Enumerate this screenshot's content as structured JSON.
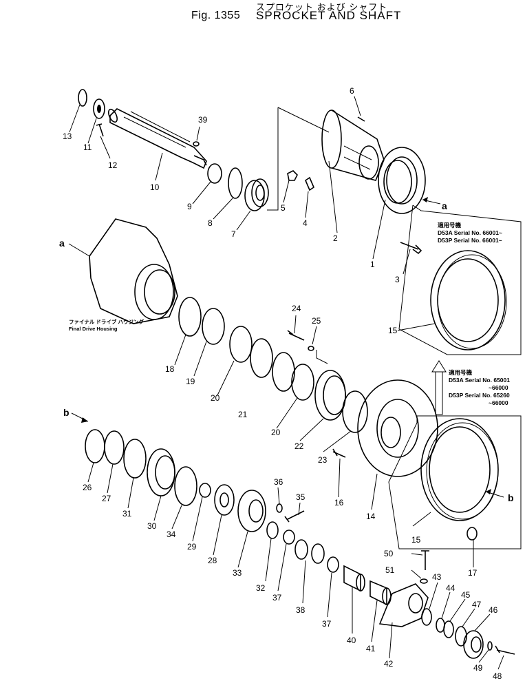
{
  "title": {
    "japanese": "スプロケット および シャフト",
    "figure": "Fig. 1355",
    "english": "SPROCKET AND SHAFT"
  },
  "notes": {
    "top_right": {
      "heading": "適用号機",
      "line1": "D53A Serial No. 66001~",
      "line2": "D53P Serial No. 66001~"
    },
    "middle_right": {
      "heading": "適用号機",
      "line1": "D53A Serial No. 65001",
      "line2": "~66000",
      "line3": "D53P Serial No. 65260",
      "line4": "~66000"
    }
  },
  "housing_label": {
    "japanese": "ファイナル ドライブ ハウジング",
    "english": "Final Drive Housing"
  },
  "reference_letters": {
    "a": "a",
    "b": "b"
  },
  "part_numbers": [
    "1",
    "2",
    "3",
    "4",
    "5",
    "6",
    "7",
    "8",
    "9",
    "10",
    "11",
    "12",
    "13",
    "14",
    "15",
    "16",
    "17",
    "18",
    "19",
    "20",
    "21",
    "22",
    "23",
    "24",
    "25",
    "26",
    "27",
    "28",
    "29",
    "30",
    "31",
    "32",
    "33",
    "34",
    "35",
    "36",
    "37",
    "38",
    "39",
    "40",
    "41",
    "42",
    "43",
    "44",
    "45",
    "46",
    "47",
    "48",
    "49",
    "50",
    "51"
  ]
}
